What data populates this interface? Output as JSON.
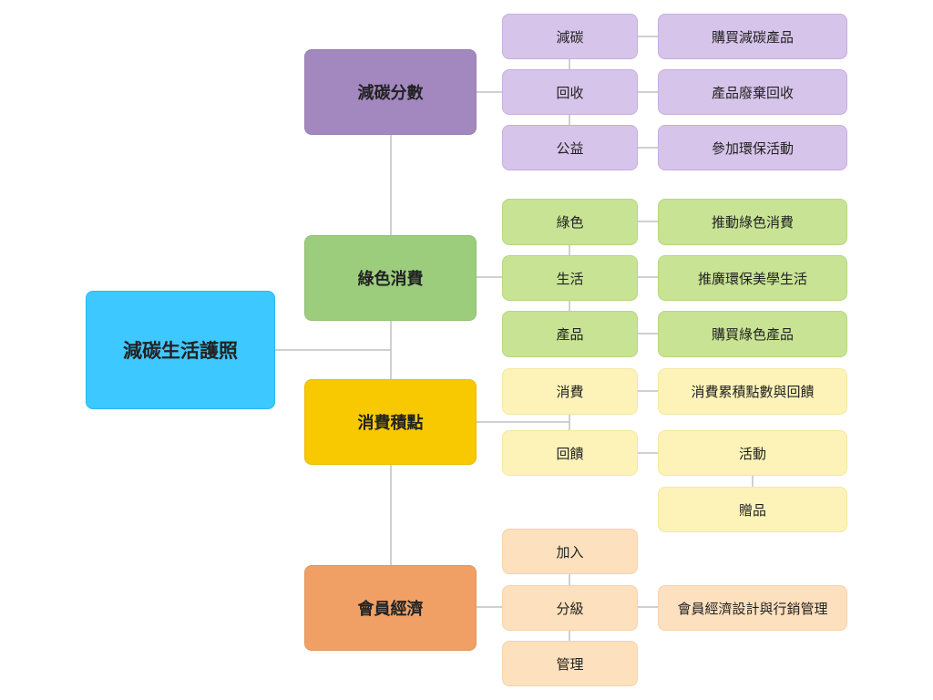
{
  "root": {
    "label": "減碳生活護照",
    "color": "#3dc8ff"
  },
  "line_color": "#c0c0c0",
  "categories": [
    {
      "label": "減碳分數",
      "color": "#a387bf",
      "sub": [
        "減碳",
        "回收",
        "公益"
      ],
      "detail": [
        "購買減碳產品",
        "產品廢棄回收",
        "參加環保活動"
      ]
    },
    {
      "label": "綠色消費",
      "color": "#9bcd7d",
      "sub": [
        "綠色",
        "生活",
        "產品"
      ],
      "detail": [
        "推動綠色消費",
        "推廣環保美學生活",
        "購買綠色產品"
      ]
    },
    {
      "label": "消費積點",
      "color": "#f8c800",
      "sub": [
        "消費",
        "回饋"
      ],
      "detail": [
        "消費累積點數與回饋",
        "活動",
        "贈品"
      ]
    },
    {
      "label": "會員經濟",
      "color": "#f0a064",
      "sub": [
        "加入",
        "分級",
        "管理"
      ],
      "detail": [
        "會員經濟設計與行銷管理"
      ]
    }
  ]
}
